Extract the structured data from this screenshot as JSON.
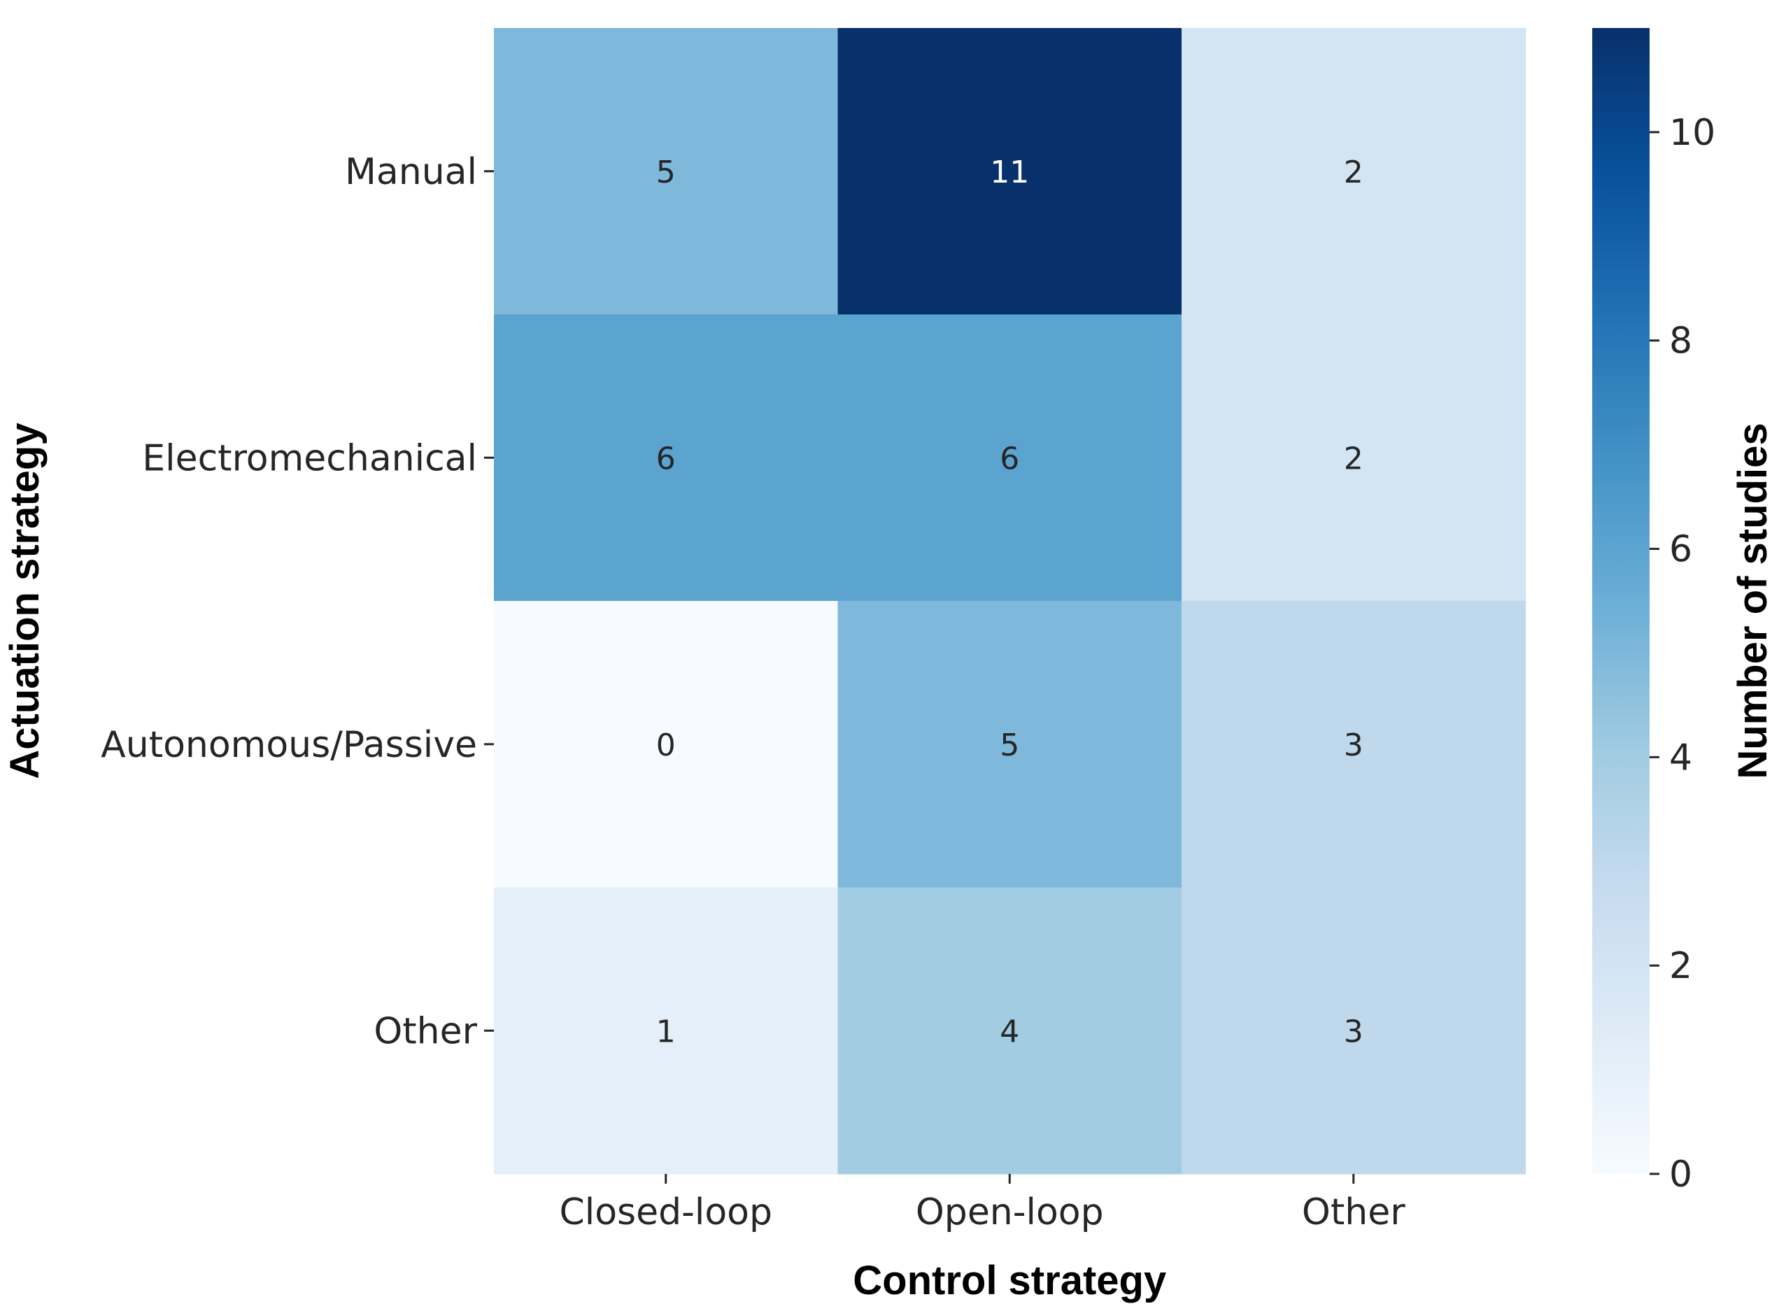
{
  "chart_data": {
    "type": "heatmap",
    "xlabel": "Control strategy",
    "ylabel": "Actuation strategy",
    "x_categories": [
      "Closed-loop",
      "Open-loop",
      "Other"
    ],
    "y_categories": [
      "Manual",
      "Electromechanical",
      "Autonomous/Passive",
      "Other"
    ],
    "values": [
      [
        5,
        11,
        2
      ],
      [
        6,
        6,
        2
      ],
      [
        0,
        5,
        3
      ],
      [
        1,
        4,
        3
      ]
    ],
    "colorbar": {
      "label": "Number of studies",
      "vmin": 0,
      "vmax": 11,
      "ticks": [
        0,
        2,
        4,
        6,
        8,
        10
      ]
    },
    "colormap": "Blues",
    "colors": {
      "low": "#f7fbff",
      "high": "#08306b",
      "text_dark": "#262626",
      "text_light": "#ffffff"
    }
  }
}
